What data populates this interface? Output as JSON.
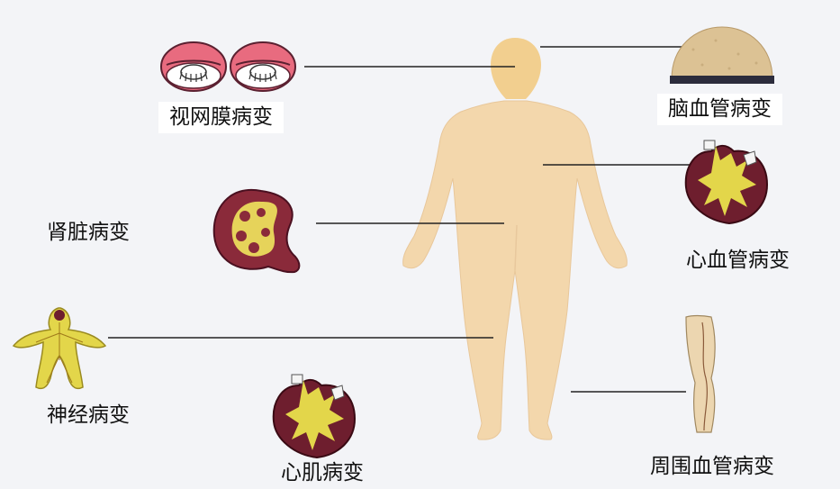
{
  "labels": {
    "retinopathy": "视网膜病变",
    "cerebrovascular": "脑血管病变",
    "nephropathy": "肾脏病变",
    "cardiovascular": "心血管病变",
    "neuropathy": "神经病变",
    "cardiomyopathy": "心肌病变",
    "peripheral_vascular": "周围血管病变"
  },
  "colors": {
    "background": "#f3f4f7",
    "body": "#f3d7ac",
    "head": "#f2cf8f",
    "organ_dark": "#6e1e2e",
    "organ_yellow": "#e3d64a",
    "line": "#222222"
  }
}
